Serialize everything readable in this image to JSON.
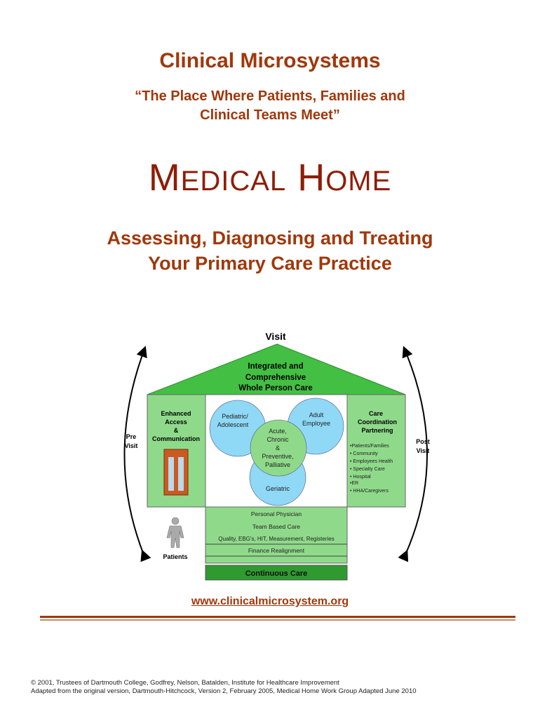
{
  "title": "Clinical Microsystems",
  "subtitle": [
    "“The Place Where Patients, Families and",
    "Clinical Teams Meet”"
  ],
  "heading": {
    "m": "M",
    "edical": "EDICAL",
    "h": "H",
    "ome": "OME"
  },
  "assessing": [
    "Assessing, Diagnosing and Treating",
    "Your Primary Care Practice"
  ],
  "diagram": {
    "visit": "Visit",
    "roof": [
      "Integrated and",
      "Comprehensive",
      "Whole Person Care"
    ],
    "pre_visit": [
      "Pre",
      "Visit"
    ],
    "post_visit": [
      "Post",
      "Visit"
    ],
    "left": [
      "Enhanced",
      "Access",
      "&",
      "Communication"
    ],
    "circles": {
      "pediatric": [
        "Pediatric/",
        "Adolescent"
      ],
      "adult": [
        "Adult",
        "Employee"
      ],
      "center": [
        "Acute,",
        "Chronic",
        "&",
        "Preventive,",
        "Palliative"
      ],
      "geriatric": "Geriatric"
    },
    "right": [
      "Care",
      "Coordination",
      "Partnering"
    ],
    "right_bullets": [
      "•Patients/Families",
      "• Community",
      "• Employees Health",
      "• Specialty Care",
      "• Hospital",
      "•ER",
      "• HHA/Caregivers"
    ],
    "bands": [
      "Personal Physician",
      "Team Based Care",
      "Quality, EBG's, HIT, Measurement, Registeries",
      "Finance Realignment"
    ],
    "patients": "Patients",
    "continuous": "Continuous Care"
  },
  "url": "www.clinicalmicrosystem.org",
  "footer": [
    "© 2001, Trustees of Dartmouth College, Godfrey, Nelson, Batalden, Institute for Healthcare Improvement",
    "Adapted from the original version, Dartmouth-Hitchcock,  Version 2, February 2005, Medical Home Work Group Adapted  June 2010"
  ]
}
